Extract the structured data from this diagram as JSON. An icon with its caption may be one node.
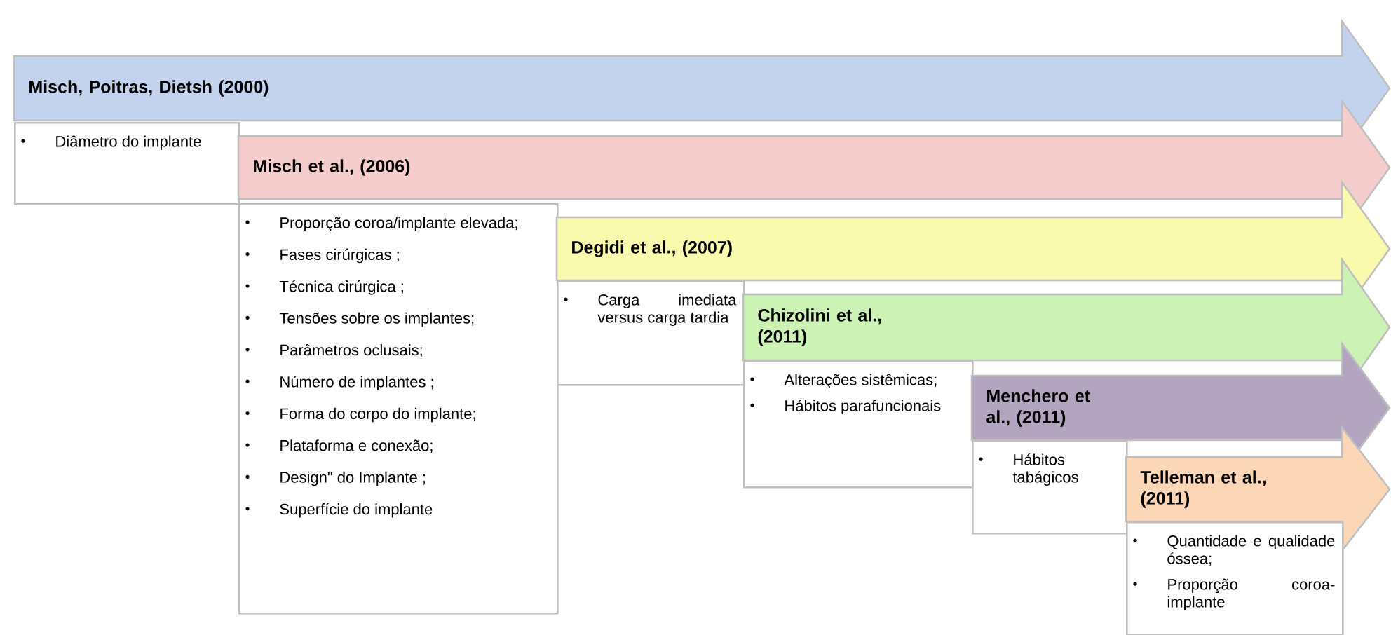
{
  "diagram": {
    "nodes": [
      {
        "text": [
          "Misch, Poitras, Dietsh (2000)"
        ]
      },
      {
        "text": [
          "Diâmetro do implante"
        ]
      },
      {
        "text": [
          "Misch et al., (2006)"
        ]
      },
      {
        "text": [
          "Proporção coroa/implante elevada;",
          "Fases cirúrgicas ;",
          "Técnica cirúrgica ;",
          "Tensões sobre os implantes;",
          "Parâmetros oclusais;",
          "Número de implantes ;",
          "Forma do corpo do implante;",
          "Plataforma e conexão;",
          "Design\" do Implante ;",
          "Superfície do implante"
        ]
      },
      {
        "text": [
          "Degidi et al., (2007)"
        ]
      },
      {
        "text": [
          "Carga imediata versus carga tardia"
        ]
      },
      {
        "text": [
          "Chizolini et al., (2011)"
        ]
      },
      {
        "text": [
          "Alterações sistêmicas;",
          "Hábitos parafuncionais"
        ]
      },
      {
        "text": [
          "Menchero et al., (2011)"
        ]
      },
      {
        "text": [
          "Hábitos tabágicos"
        ]
      },
      {
        "text": [
          "Telleman et al., (2011)"
        ]
      },
      {
        "text": [
          "Quantidade e qualidade óssea;",
          "Proporção coroa-implante"
        ]
      }
    ]
  }
}
